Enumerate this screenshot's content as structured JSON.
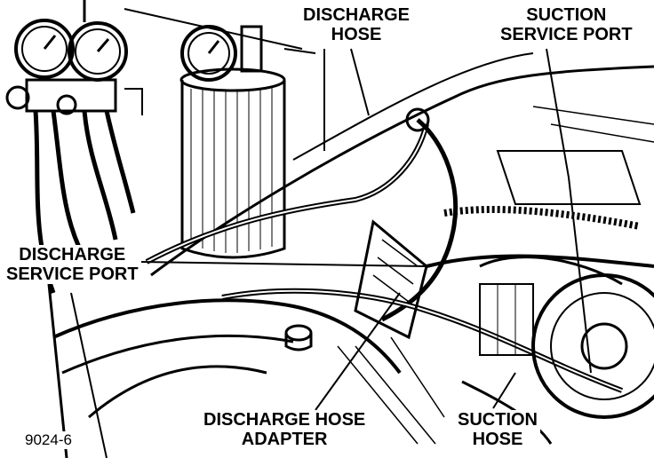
{
  "figure_id": "9024-6",
  "labels": {
    "discharge_hose": [
      "DISCHARGE",
      "HOSE"
    ],
    "suction_service_port": [
      "SUCTION",
      "SERVICE PORT"
    ],
    "discharge_service_port": [
      "DISCHARGE",
      "SERVICE PORT"
    ],
    "discharge_hose_adapter": [
      "DISCHARGE HOSE",
      "ADAPTER"
    ],
    "suction_hose": [
      "SUCTION",
      "HOSE"
    ]
  },
  "colors": {
    "ink": "#000000",
    "paper": "#ffffff"
  }
}
